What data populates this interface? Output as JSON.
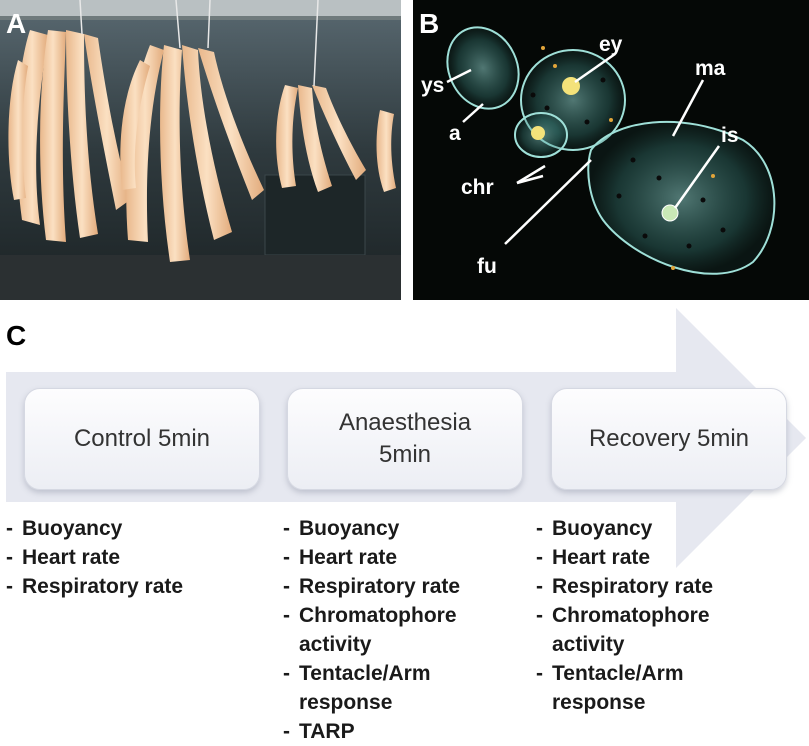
{
  "panels": {
    "a_letter": "A",
    "b_letter": "B",
    "c_letter": "C"
  },
  "squid_labels": {
    "ys": "ys",
    "a": "a",
    "ey": "ey",
    "ma": "ma",
    "is": "is",
    "chr": "chr",
    "fu": "fu"
  },
  "timeline": {
    "steps": [
      {
        "label_line1": "Control 5min",
        "label_line2": ""
      },
      {
        "label_line1": "Anaesthesia",
        "label_line2": "5min"
      },
      {
        "label_line1": "Recovery 5min",
        "label_line2": ""
      }
    ],
    "lists": [
      [
        "Buoyancy",
        "Heart rate",
        "Respiratory rate"
      ],
      [
        "Buoyancy",
        "Heart rate",
        "Respiratory rate",
        "Chromatophore\nactivity",
        "Tentacle/Arm\nresponse",
        "TARP"
      ],
      [
        "Buoyancy",
        "Heart rate",
        "Respiratory rate",
        "Chromatophore\nactivity",
        "Tentacle/Arm\nresponse"
      ]
    ],
    "bullet": "-"
  },
  "colors": {
    "arrow_fill": "#e6e8f0",
    "egg_mass": "#f3c9a0",
    "photo_b_bg": "#050806"
  }
}
